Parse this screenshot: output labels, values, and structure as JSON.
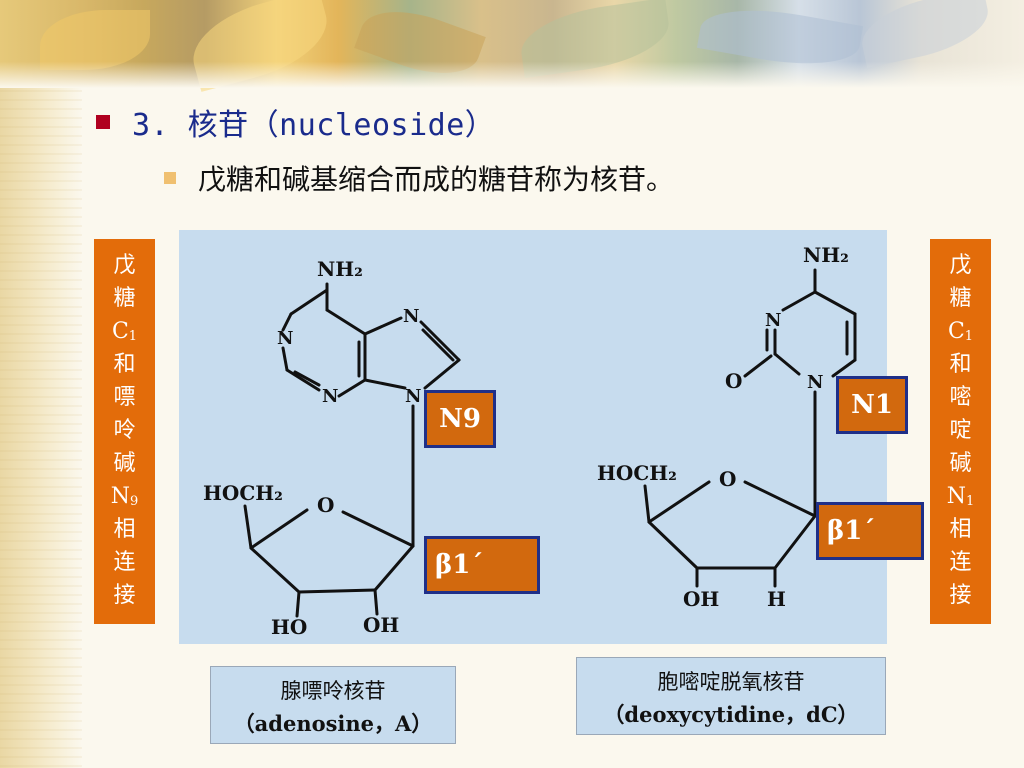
{
  "slide": {
    "title": "3. 核苷（nucleoside）",
    "subtitle": "戊糖和碱基缩合而成的糖苷称为核苷。"
  },
  "diagram": {
    "adenosine": {
      "nh2": "NH₂",
      "n": "N",
      "hoch2": "HOCH₂",
      "o": "O",
      "ho": "HO",
      "oh": "OH"
    },
    "deoxycytidine": {
      "nh2": "NH₂",
      "n": "N",
      "o_carbonyl": "O",
      "hoch2": "HOCH₂",
      "o_ring": "O",
      "oh": "OH",
      "h": "H"
    },
    "tags": {
      "n9": "N9",
      "beta1_left": "β1´",
      "n1": "N1",
      "beta1_right": "β1´"
    }
  },
  "side_left": {
    "chars": [
      "戊",
      "糖",
      "C",
      "和",
      "嘌",
      "呤",
      "碱",
      "N",
      "相",
      "连",
      "接"
    ],
    "sub1": "1",
    "sub2": "9"
  },
  "side_right": {
    "chars": [
      "戊",
      "糖",
      "C",
      "和",
      "嘧",
      "啶",
      "碱",
      "N",
      "相",
      "连",
      "接"
    ],
    "sub1": "1",
    "sub2": "1"
  },
  "captions": {
    "adenosine_cn": "腺嘌呤核苷",
    "adenosine_en": "（adenosine，A）",
    "deoxycytidine_cn": "胞嘧啶脱氧核苷",
    "deoxycytidine_en": "（deoxycytidine，dC）"
  },
  "colors": {
    "title": "#1a2b8c",
    "bullet_main": "#b0001f",
    "bullet_sub": "#f0c070",
    "panel": "#c7dcee",
    "tag_fill": "#d2690e",
    "tag_border": "#1f2f88",
    "side_box": "#e36c0a"
  }
}
